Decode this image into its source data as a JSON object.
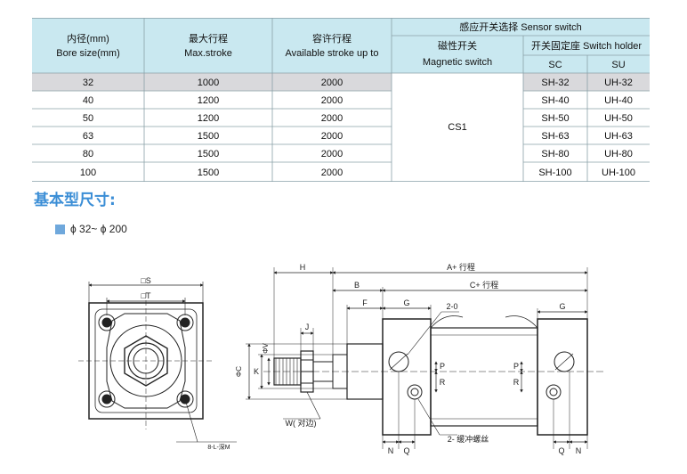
{
  "table": {
    "headers": {
      "bore_cn": "内径(mm)",
      "bore_en": "Bore size(mm)",
      "stroke_cn": "最大行程",
      "stroke_en": "Max.stroke",
      "avail_cn": "容许行程",
      "avail_en": "Available stroke up to",
      "sensor": "感应开关选择  Sensor switch",
      "magnetic_cn": "磁性开关",
      "magnetic_en": "Magnetic switch",
      "holder": "开关固定座 Switch holder",
      "sc": "SC",
      "su": "SU"
    },
    "magnetic_value": "CS1",
    "rows": [
      {
        "bore": "32",
        "stroke": "1000",
        "avail": "2000",
        "sc": "SH-32",
        "su": "UH-32"
      },
      {
        "bore": "40",
        "stroke": "1200",
        "avail": "2000",
        "sc": "SH-40",
        "su": "UH-40"
      },
      {
        "bore": "50",
        "stroke": "1200",
        "avail": "2000",
        "sc": "SH-50",
        "su": "UH-50"
      },
      {
        "bore": "63",
        "stroke": "1500",
        "avail": "2000",
        "sc": "SH-63",
        "su": "UH-63"
      },
      {
        "bore": "80",
        "stroke": "1500",
        "avail": "2000",
        "sc": "SH-80",
        "su": "UH-80"
      },
      {
        "bore": "100",
        "stroke": "1500",
        "avail": "2000",
        "sc": "SH-100",
        "su": "UH-100"
      }
    ],
    "colors": {
      "header_bg": "#c9e8f0",
      "first_row_bg": "#d9d9dc"
    }
  },
  "section_title": "基本型尺寸:",
  "range_label": "ϕ 32~ ϕ 200",
  "range_marker_color": "#6fa8dc",
  "drawing": {
    "front": {
      "s": "□S",
      "t": "□T",
      "thread": "8-L-深M"
    },
    "side": {
      "h": "H",
      "a": "A+ 行程",
      "b": "B",
      "c": "C+ 行程",
      "f": "F",
      "g1": "G",
      "g2": "G",
      "port": "2-0",
      "j": "J",
      "k": "K",
      "phi_c": "ΦC",
      "phi_v": "ΦV",
      "p1": "P",
      "r1": "R",
      "p2": "P",
      "r2": "R",
      "w": "W( 对边)",
      "cushion": "2- 缓冲螺丝",
      "n1": "N",
      "q1": "Q",
      "q2": "Q",
      "n2": "N"
    }
  }
}
